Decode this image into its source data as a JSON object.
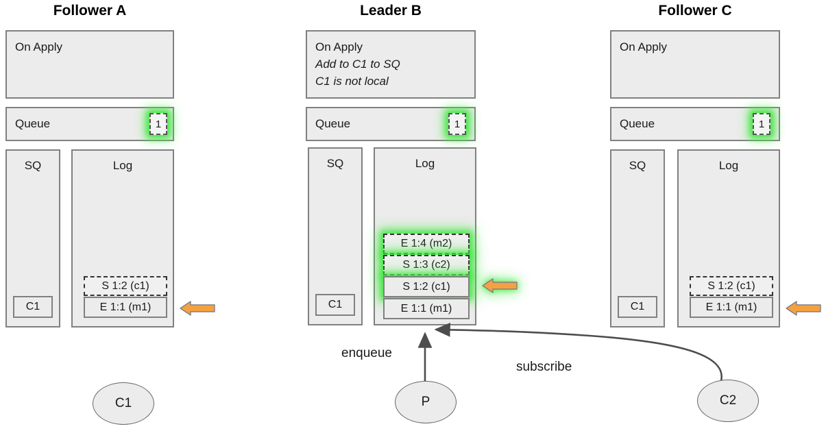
{
  "diagram": {
    "type": "replication-state-diagram",
    "nodes": [
      {
        "id": "follower-a",
        "title": "Follower A",
        "on_apply": {
          "heading": "On Apply",
          "notes": []
        },
        "queue": {
          "label": "Queue",
          "badge": "1",
          "badge_highlight": true
        },
        "sq": {
          "header": "SQ",
          "items": [
            "C1"
          ]
        },
        "log": {
          "header": "Log",
          "entries": [
            {
              "text": "S 1:2 (c1)",
              "style": "dashed",
              "highlight": false
            },
            {
              "text": "E 1:1 (m1)",
              "style": "solid",
              "highlight": false
            }
          ]
        },
        "commit_arrow": {
          "present": true,
          "highlight": false
        }
      },
      {
        "id": "leader-b",
        "title": "Leader B",
        "on_apply": {
          "heading": "On Apply",
          "notes": [
            "Add to C1 to SQ",
            "C1 is not local"
          ]
        },
        "queue": {
          "label": "Queue",
          "badge": "1",
          "badge_highlight": true
        },
        "sq": {
          "header": "SQ",
          "items": [
            "C1"
          ]
        },
        "log": {
          "header": "Log",
          "entries": [
            {
              "text": "E 1:4 (m2)",
              "style": "dashed",
              "highlight": true
            },
            {
              "text": "S 1:3 (c2)",
              "style": "dashed",
              "highlight": true
            },
            {
              "text": "S 1:2 (c1)",
              "style": "solid",
              "highlight": true
            },
            {
              "text": "E 1:1 (m1)",
              "style": "solid",
              "highlight": false
            }
          ]
        },
        "commit_arrow": {
          "present": true,
          "highlight": true
        }
      },
      {
        "id": "follower-c",
        "title": "Follower C",
        "on_apply": {
          "heading": "On Apply",
          "notes": []
        },
        "queue": {
          "label": "Queue",
          "badge": "1",
          "badge_highlight": true
        },
        "sq": {
          "header": "SQ",
          "items": [
            "C1"
          ]
        },
        "log": {
          "header": "Log",
          "entries": [
            {
              "text": "S 1:2 (c1)",
              "style": "dashed",
              "highlight": false
            },
            {
              "text": "E 1:1 (m1)",
              "style": "solid",
              "highlight": false
            }
          ]
        },
        "commit_arrow": {
          "present": true,
          "highlight": false
        }
      }
    ],
    "clients": [
      {
        "id": "c1",
        "label": "C1"
      },
      {
        "id": "p",
        "label": "P"
      },
      {
        "id": "c2",
        "label": "C2"
      }
    ],
    "edges": [
      {
        "id": "enqueue",
        "label": "enqueue",
        "from": "p",
        "to": "leader-b-log"
      },
      {
        "id": "subscribe",
        "label": "subscribe",
        "from": "c2",
        "to": "leader-b-log"
      }
    ],
    "colors": {
      "panel_fill": "#ececec",
      "panel_border": "#808080",
      "highlight_glow": "#3ce63c",
      "arrow_fill": "#f5a142",
      "arrow_stroke": "#808080",
      "edge_stroke": "#4d4d4d"
    }
  }
}
